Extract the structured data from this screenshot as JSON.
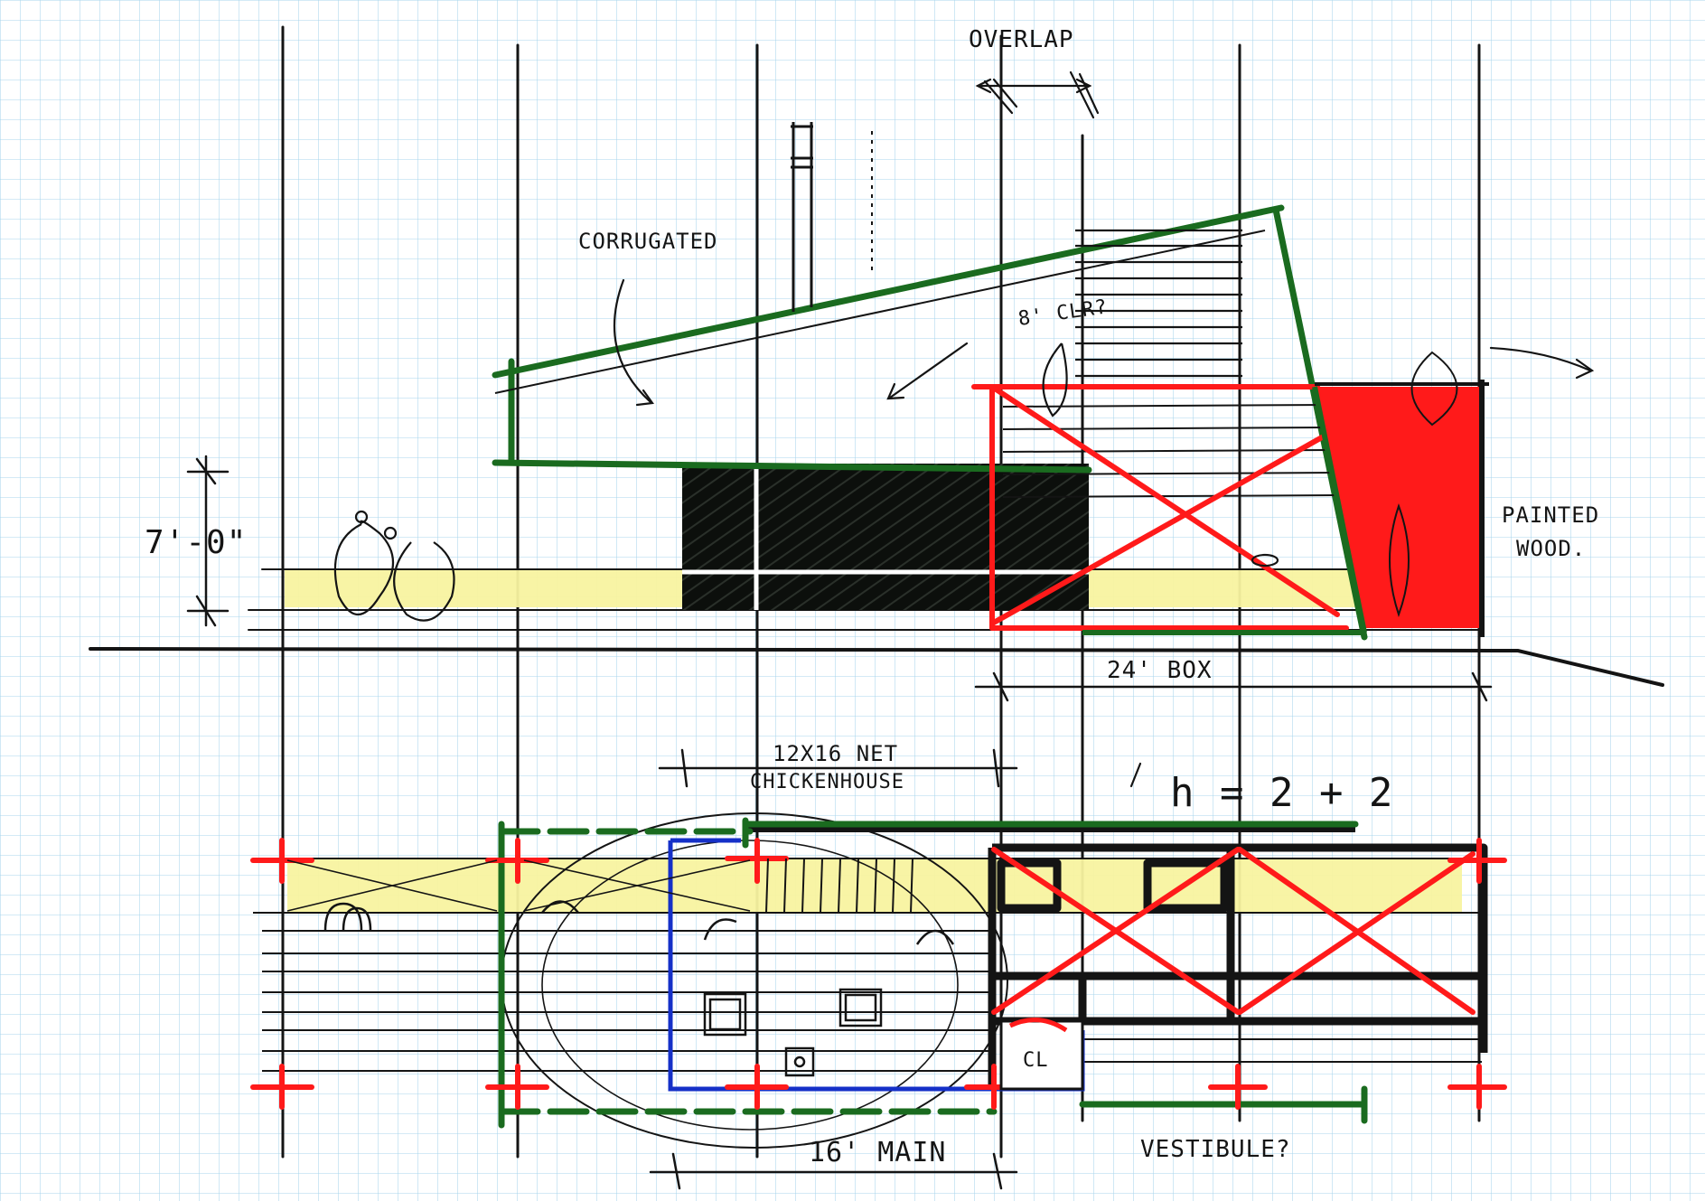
{
  "labels": {
    "overlap": "OVERLAP",
    "corrugated": "CORRUGATED",
    "clr": "8' CLR?",
    "height": "7'-0\"",
    "painted_wood_1": "PAINTED",
    "painted_wood_2": "WOOD.",
    "box": "24' BOX",
    "net_1": "12X16 NET",
    "net_2": "CHICKENHOUSE",
    "formula": "h = 2 + 2",
    "closet": "CL",
    "main": "16' MAIN",
    "vestibule": "VESTIBULE?"
  },
  "colors": {
    "ink": "#141414",
    "grid": "#a9d6ec",
    "roof_green": "#1a6b1f",
    "red": "#ff1a1a",
    "yellow": "#f8f3a0",
    "blue": "#1530c8"
  }
}
